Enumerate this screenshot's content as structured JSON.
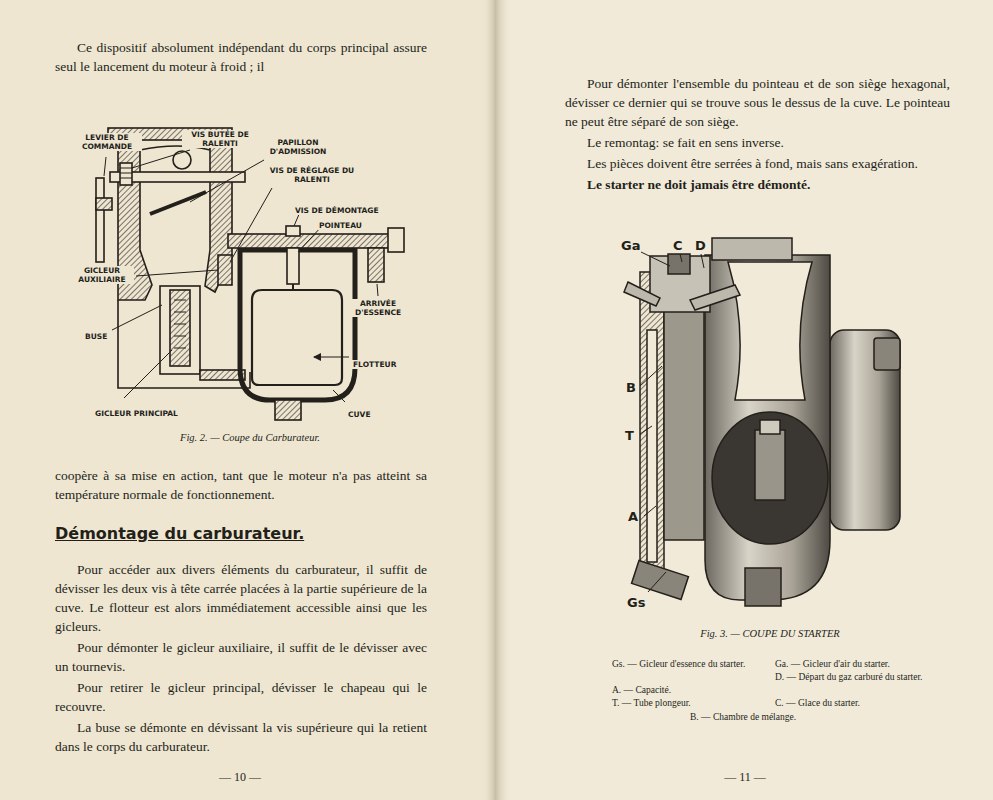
{
  "diagram": {
    "labels": [
      "Ce dispositif absolument indépendant du corps principal assure seul le lancement du moteur à froid ; il",
      "LEVIER DE COMMANDE",
      "VIS BUTÉE DE RALENTI",
      "PAPILLON D'ADMISSION",
      "VIS DE RÉGLAGE DU RALENTI",
      "VIS DE DÉMONTAGE",
      "POINTEAU",
      "GICLEUR AUXILIAIRE",
      "BUSE",
      "ARRIVÉE D'ESSENCE",
      "FLOTTEUR",
      "GICLEUR PRINCIPAL",
      "CUVE",
      "Fig. 2. — Coupe du Carburateur.",
      "coopère à sa mise en action, tant que le moteur n'a pas atteint sa température normale de fonctionnement.",
      "Démontage du carburateur.",
      "Pour accéder aux divers éléments du carburateur, il suffit de dévisser les deux vis à tête carrée placées à la partie supérieure de la cuve. Le flotteur est alors immédiatement accessible ainsi que les gicleurs.",
      "Pour démonter le gicleur auxiliaire, il suffit de le dévisser avec un tournevis.",
      "Pour retirer le gicleur principal, dévisser le chapeau qui le recouvre.",
      "La buse se démonte en dévissant la vis supérieure qui la retient dans le corps du carburateur.",
      "— 10 —",
      "Pour démonter l'ensemble du pointeau et de son siège hexagonal, dévisser ce dernier qui se trouve sous le dessus de la cuve. Le pointeau ne peut être séparé de son siège.",
      "Le remontag: se fait en sens inverse.",
      "Les pièces doivent être serrées à fond, mais sans exagération.",
      "Le starter ne doit jamais être démonté.",
      "Ga",
      "C",
      "D",
      "B",
      "T",
      "A",
      "Gs",
      "Fig. 3. — COUPE DU STARTER",
      "Gs. — Gicleur d'essence du starter.",
      "Ga. — Gicleur d'air du starter.",
      "A. — Capacité.",
      "D. — Départ du gaz carburé du starter.",
      "T. — Tube plongeur.",
      "C. — Glace du starter.",
      "B. — Chambre de mélange.",
      "— 11 —"
    ]
  }
}
